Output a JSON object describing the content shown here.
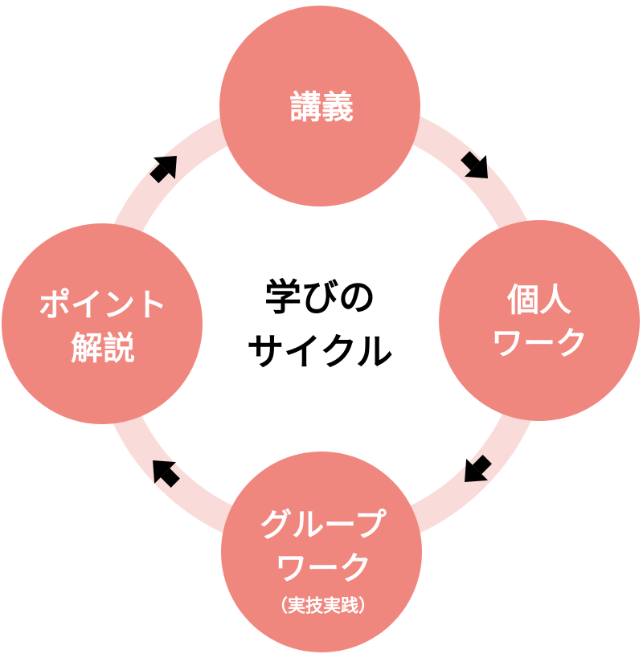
{
  "center": {
    "line1": "学びの",
    "line2": "サイクル"
  },
  "nodes": {
    "top": {
      "line1": "講義"
    },
    "right": {
      "line1": "個人",
      "line2": "ワーク"
    },
    "bottom": {
      "line1": "グループ",
      "line2": "ワーク",
      "line3": "（実技実践）"
    },
    "left": {
      "line1": "ポイント",
      "line2": "解説"
    }
  },
  "colors": {
    "node_fill": "#f0877f",
    "ring": "#f9dcd9",
    "arrow": "#000000",
    "center_text": "#000000",
    "node_text": "#ffffff"
  }
}
